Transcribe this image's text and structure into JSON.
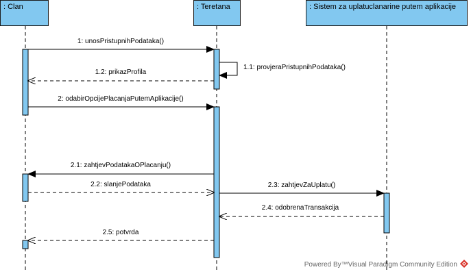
{
  "lifelines": [
    {
      "id": "clan",
      "label": ": Clan"
    },
    {
      "id": "teretana",
      "label": ": Teretana"
    },
    {
      "id": "sistem",
      "label": ": Sistem za uplatuclanarine putem aplikacije"
    }
  ],
  "messages": [
    {
      "id": "m1",
      "label": "1: unosPristupnihPodataka()",
      "kind": "call"
    },
    {
      "id": "m11",
      "label": "1.1: provjeraPristupnihPodataka()",
      "kind": "self"
    },
    {
      "id": "m12",
      "label": "1.2: prikazProfila",
      "kind": "return"
    },
    {
      "id": "m2",
      "label": "2: odabirOpcijePlacanjaPutemAplikacije()",
      "kind": "call"
    },
    {
      "id": "m21",
      "label": "2.1: zahtjevPodatakaOPlacanju()",
      "kind": "call"
    },
    {
      "id": "m22",
      "label": "2.2: slanjePodataka",
      "kind": "return"
    },
    {
      "id": "m23",
      "label": "2.3: zahtjevZaUplatu()",
      "kind": "call"
    },
    {
      "id": "m24",
      "label": "2.4: odobrenaTransakcija",
      "kind": "return"
    },
    {
      "id": "m25",
      "label": "2.5: potvrda",
      "kind": "return"
    }
  ],
  "watermark": {
    "text": "Powered By™Visual Paradigm Community Edition",
    "icon": "visual-paradigm-logo-icon",
    "icon_color": "#d9342b"
  },
  "colors": {
    "lifeline_head": "#82c8f0",
    "activation": "#82c8f0",
    "line": "#000000"
  }
}
